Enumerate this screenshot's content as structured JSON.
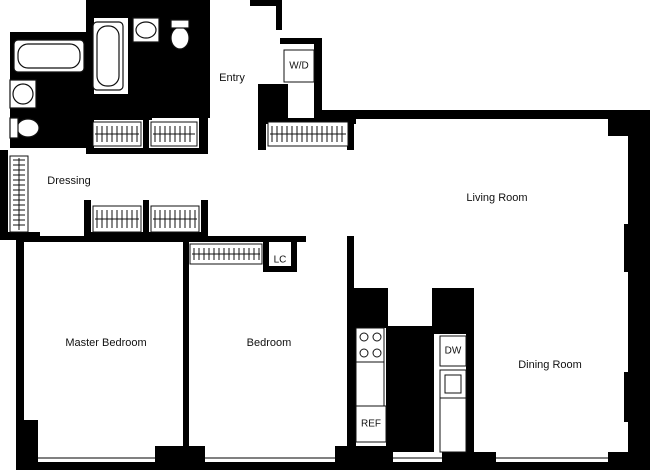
{
  "plan": {
    "rooms": {
      "entry": "Entry",
      "dressing": "Dressing",
      "living_room": "Living Room",
      "master_bedroom": "Master Bedroom",
      "bedroom": "Bedroom",
      "dining_room": "Dining Room"
    },
    "fixtures": {
      "washer_dryer": "W/D",
      "linen_closet": "LC",
      "dishwasher": "DW",
      "refrigerator": "REF"
    }
  },
  "colors": {
    "wall": "#000000",
    "floor": "#ffffff",
    "fixture_line": "#111111"
  }
}
